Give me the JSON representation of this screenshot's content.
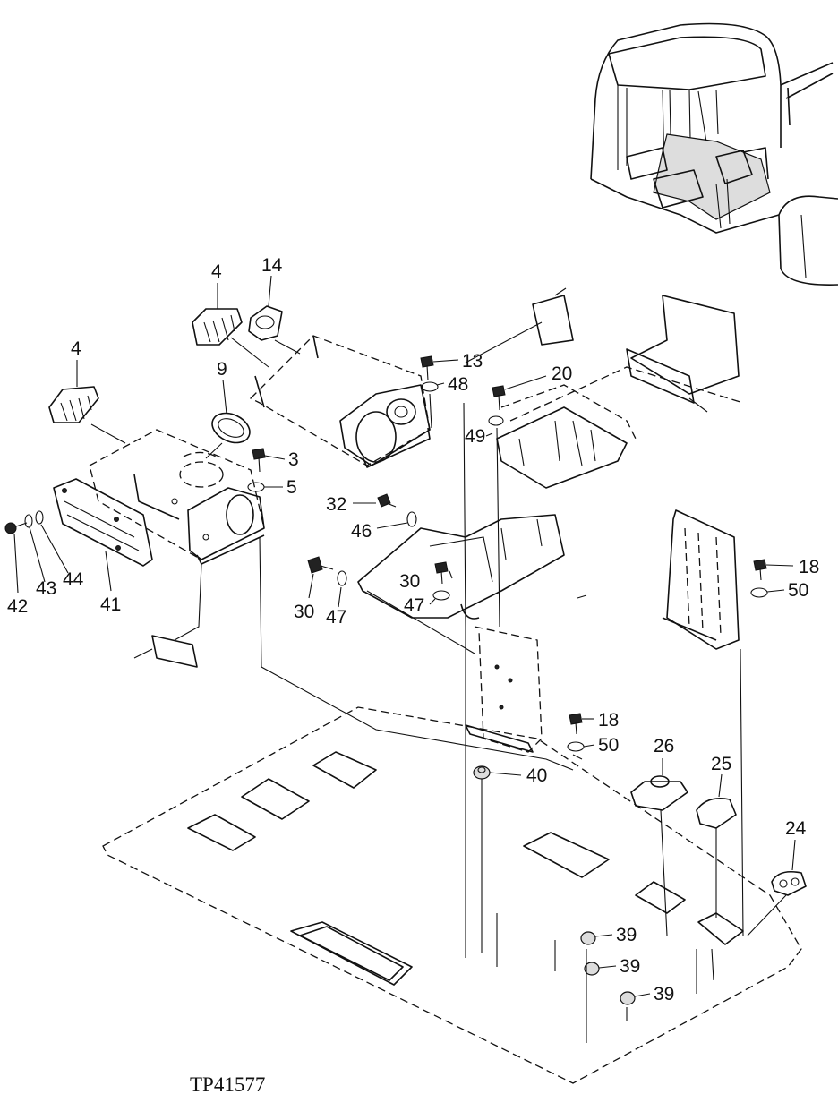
{
  "figure_ref": "TP41577",
  "callouts": [
    {
      "id": "c4a",
      "label": "4"
    },
    {
      "id": "c14",
      "label": "14"
    },
    {
      "id": "c4b",
      "label": "4"
    },
    {
      "id": "c9",
      "label": "9"
    },
    {
      "id": "c13",
      "label": "13"
    },
    {
      "id": "c48",
      "label": "48"
    },
    {
      "id": "c20",
      "label": "20"
    },
    {
      "id": "c49",
      "label": "49"
    },
    {
      "id": "c3",
      "label": "3"
    },
    {
      "id": "c5",
      "label": "5"
    },
    {
      "id": "c32",
      "label": "32"
    },
    {
      "id": "c46",
      "label": "46"
    },
    {
      "id": "c30a",
      "label": "30"
    },
    {
      "id": "c47a",
      "label": "47"
    },
    {
      "id": "c30b",
      "label": "30"
    },
    {
      "id": "c47b",
      "label": "47"
    },
    {
      "id": "c42",
      "label": "42"
    },
    {
      "id": "c43",
      "label": "43"
    },
    {
      "id": "c44",
      "label": "44"
    },
    {
      "id": "c41",
      "label": "41"
    },
    {
      "id": "c18a",
      "label": "18"
    },
    {
      "id": "c50a",
      "label": "50"
    },
    {
      "id": "c18b",
      "label": "18"
    },
    {
      "id": "c50b",
      "label": "50"
    },
    {
      "id": "c40",
      "label": "40"
    },
    {
      "id": "c26",
      "label": "26"
    },
    {
      "id": "c25",
      "label": "25"
    },
    {
      "id": "c24",
      "label": "24"
    },
    {
      "id": "c39a",
      "label": "39"
    },
    {
      "id": "c39b",
      "label": "39"
    },
    {
      "id": "c39c",
      "label": "39"
    }
  ]
}
